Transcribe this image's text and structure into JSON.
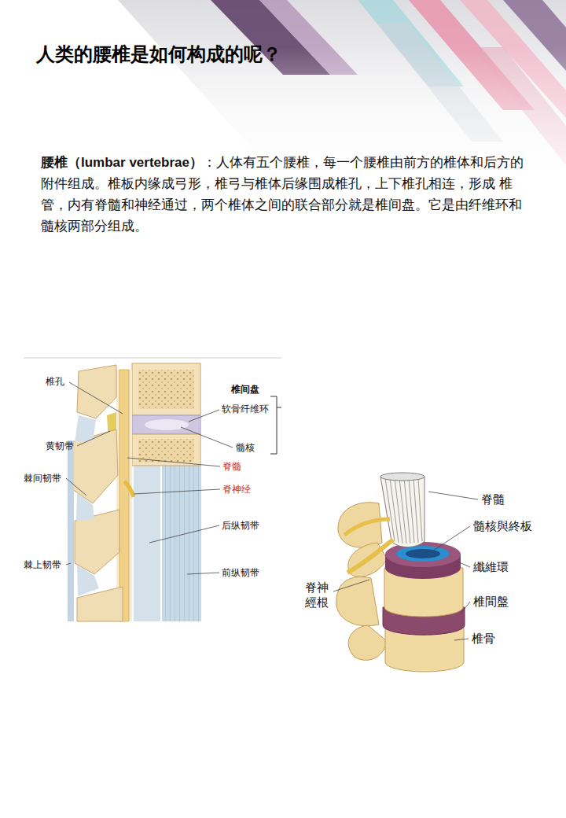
{
  "diagram": {
    "title": "人类的腰椎是如何构成的呢？",
    "labels": [
      "腰椎（lumbar vertebrae）",
      "：人体有五个腰椎，每一个腰椎由前方的椎体和后方的附件组成。椎板内缘成弓形，椎弓与椎体后缘围成椎孔，上下椎孔相连，形成 椎管，内有脊髓和神经通过，两个椎体之间的联合部分就是椎间盘。它是由纤维环和髓核两部分组成。",
      "椎孔",
      "黄韧带",
      "棘间韧带",
      "棘上韧带",
      "椎间盘",
      "软骨纤维环",
      "髓核",
      "脊髓",
      "脊神经",
      "后纵韧带",
      "前纵韧带",
      "脊髓",
      "髓核與終板",
      "纖維環",
      "脊神經根",
      "椎間盤",
      "椎骨"
    ]
  }
}
